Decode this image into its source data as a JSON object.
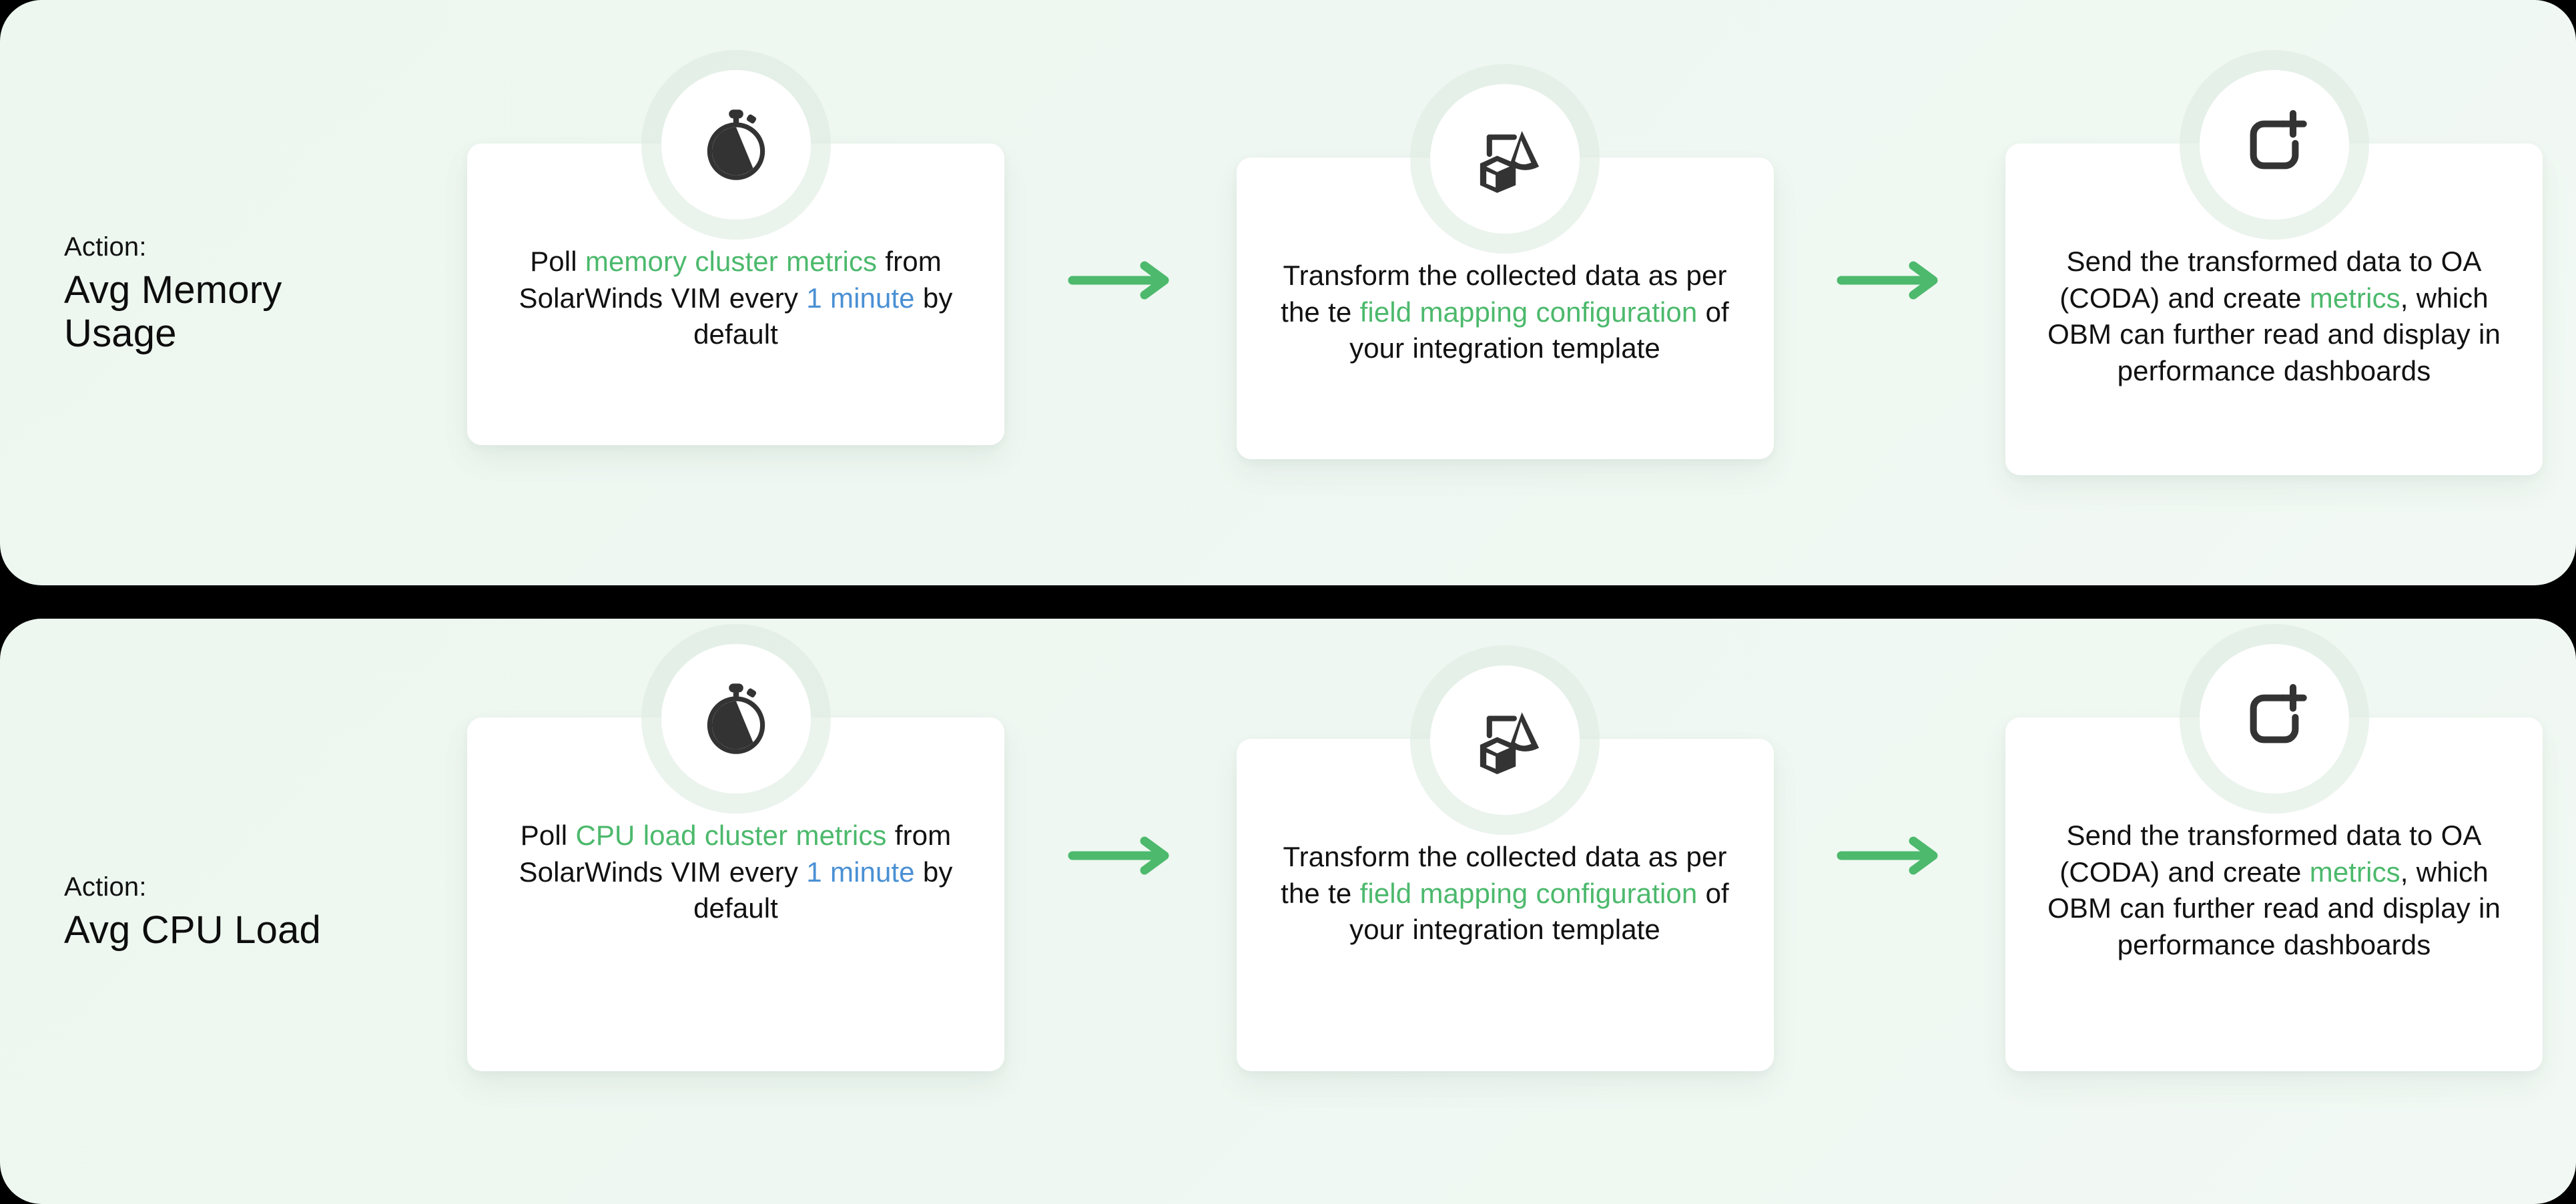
{
  "theme": {
    "page_background": "#000000",
    "panel_background": "#EEF7F0",
    "card_background": "#FFFFFF",
    "accent_green": "#4CB96C",
    "accent_blue": "#4A90D4",
    "text_color": "#111111",
    "arrow_color": "#4CB96C",
    "icon_color": "#333333"
  },
  "rows": [
    {
      "action_kicker": "Action:",
      "action_title": "Avg Memory Usage",
      "steps": [
        {
          "icon": "stopwatch-icon",
          "segments": [
            {
              "text": "Poll ",
              "color": "default"
            },
            {
              "text": "memory cluster metrics",
              "color": "green"
            },
            {
              "text": " from SolarWinds VIM every ",
              "color": "default"
            },
            {
              "text": "1 minute",
              "color": "blue"
            },
            {
              "text": " by default",
              "color": "default"
            }
          ],
          "plain_text": "Poll memory cluster metrics from SolarWinds VIM every 1 minute by default"
        },
        {
          "icon": "transform-shapes-icon",
          "segments": [
            {
              "text": "Transform the collected data as per the te ",
              "color": "default"
            },
            {
              "text": "field mapping configuration",
              "color": "green"
            },
            {
              "text": " of your integration template",
              "color": "default"
            }
          ],
          "plain_text": "Transform the collected data as per the te field mapping configuration of your integration template"
        },
        {
          "icon": "add-square-icon",
          "segments": [
            {
              "text": "Send the transformed data to OA (CODA) and create ",
              "color": "default"
            },
            {
              "text": "metrics",
              "color": "green"
            },
            {
              "text": ", which OBM can further read and display in performance dashboards",
              "color": "default"
            }
          ],
          "plain_text": "Send the transformed data to OA (CODA) and create metrics, which OBM can further read and display in performance dashboards"
        }
      ],
      "arrows": [
        "arrow-right-icon",
        "arrow-right-icon"
      ]
    },
    {
      "action_kicker": "Action:",
      "action_title": "Avg CPU Load",
      "steps": [
        {
          "icon": "stopwatch-icon",
          "segments": [
            {
              "text": "Poll ",
              "color": "default"
            },
            {
              "text": "CPU load cluster metrics",
              "color": "green"
            },
            {
              "text": " from SolarWinds VIM every ",
              "color": "default"
            },
            {
              "text": "1 minute",
              "color": "blue"
            },
            {
              "text": " by default",
              "color": "default"
            }
          ],
          "plain_text": "Poll CPU load cluster metrics from SolarWinds VIM every 1 minute by default"
        },
        {
          "icon": "transform-shapes-icon",
          "segments": [
            {
              "text": "Transform the collected data as per the te ",
              "color": "default"
            },
            {
              "text": "field mapping configuration",
              "color": "green"
            },
            {
              "text": " of your integration template",
              "color": "default"
            }
          ],
          "plain_text": "Transform the collected data as per the te field mapping configuration of your integration template"
        },
        {
          "icon": "add-square-icon",
          "segments": [
            {
              "text": "Send the transformed data to OA (CODA) and create ",
              "color": "default"
            },
            {
              "text": "metrics",
              "color": "green"
            },
            {
              "text": ", which OBM can further read and display in performance dashboards",
              "color": "default"
            }
          ],
          "plain_text": "Send the transformed data to OA (CODA) and create metrics, which OBM can further read and display in performance dashboards"
        }
      ],
      "arrows": [
        "arrow-right-icon",
        "arrow-right-icon"
      ]
    }
  ]
}
